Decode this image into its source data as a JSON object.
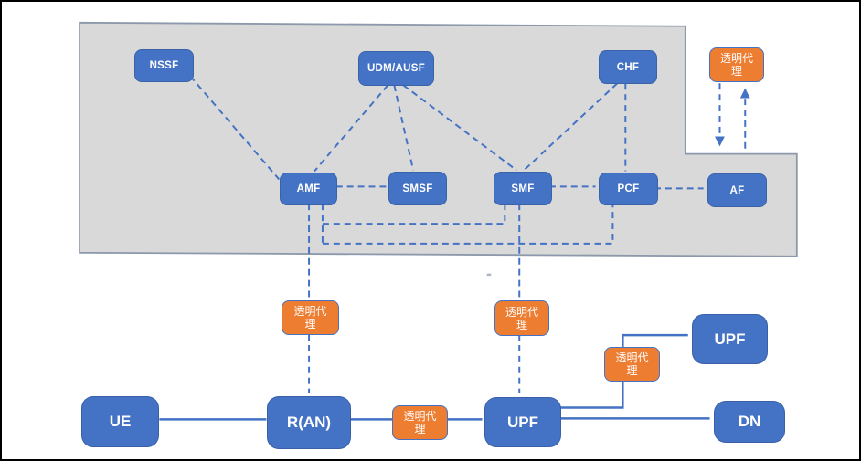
{
  "diagram": {
    "nodes": {
      "nssf": {
        "label": "NSSF"
      },
      "udm_ausf": {
        "label": "UDM/AUSF"
      },
      "chf": {
        "label": "CHF"
      },
      "amf": {
        "label": "AMF"
      },
      "smsf": {
        "label": "SMSF"
      },
      "smf": {
        "label": "SMF"
      },
      "pcf": {
        "label": "PCF"
      },
      "af": {
        "label": "AF"
      },
      "ue": {
        "label": "UE"
      },
      "ran": {
        "label": "R(AN)"
      },
      "upf_core": {
        "label": "UPF"
      },
      "upf_branch": {
        "label": "UPF"
      },
      "dn": {
        "label": "DN"
      }
    },
    "proxy": {
      "label": "透明代理"
    },
    "colors": {
      "node_blue": "#4472C4",
      "proxy_orange": "#ED7D31",
      "region_gray": "#D9D9D9",
      "connector_blue": "#4472C4"
    }
  }
}
